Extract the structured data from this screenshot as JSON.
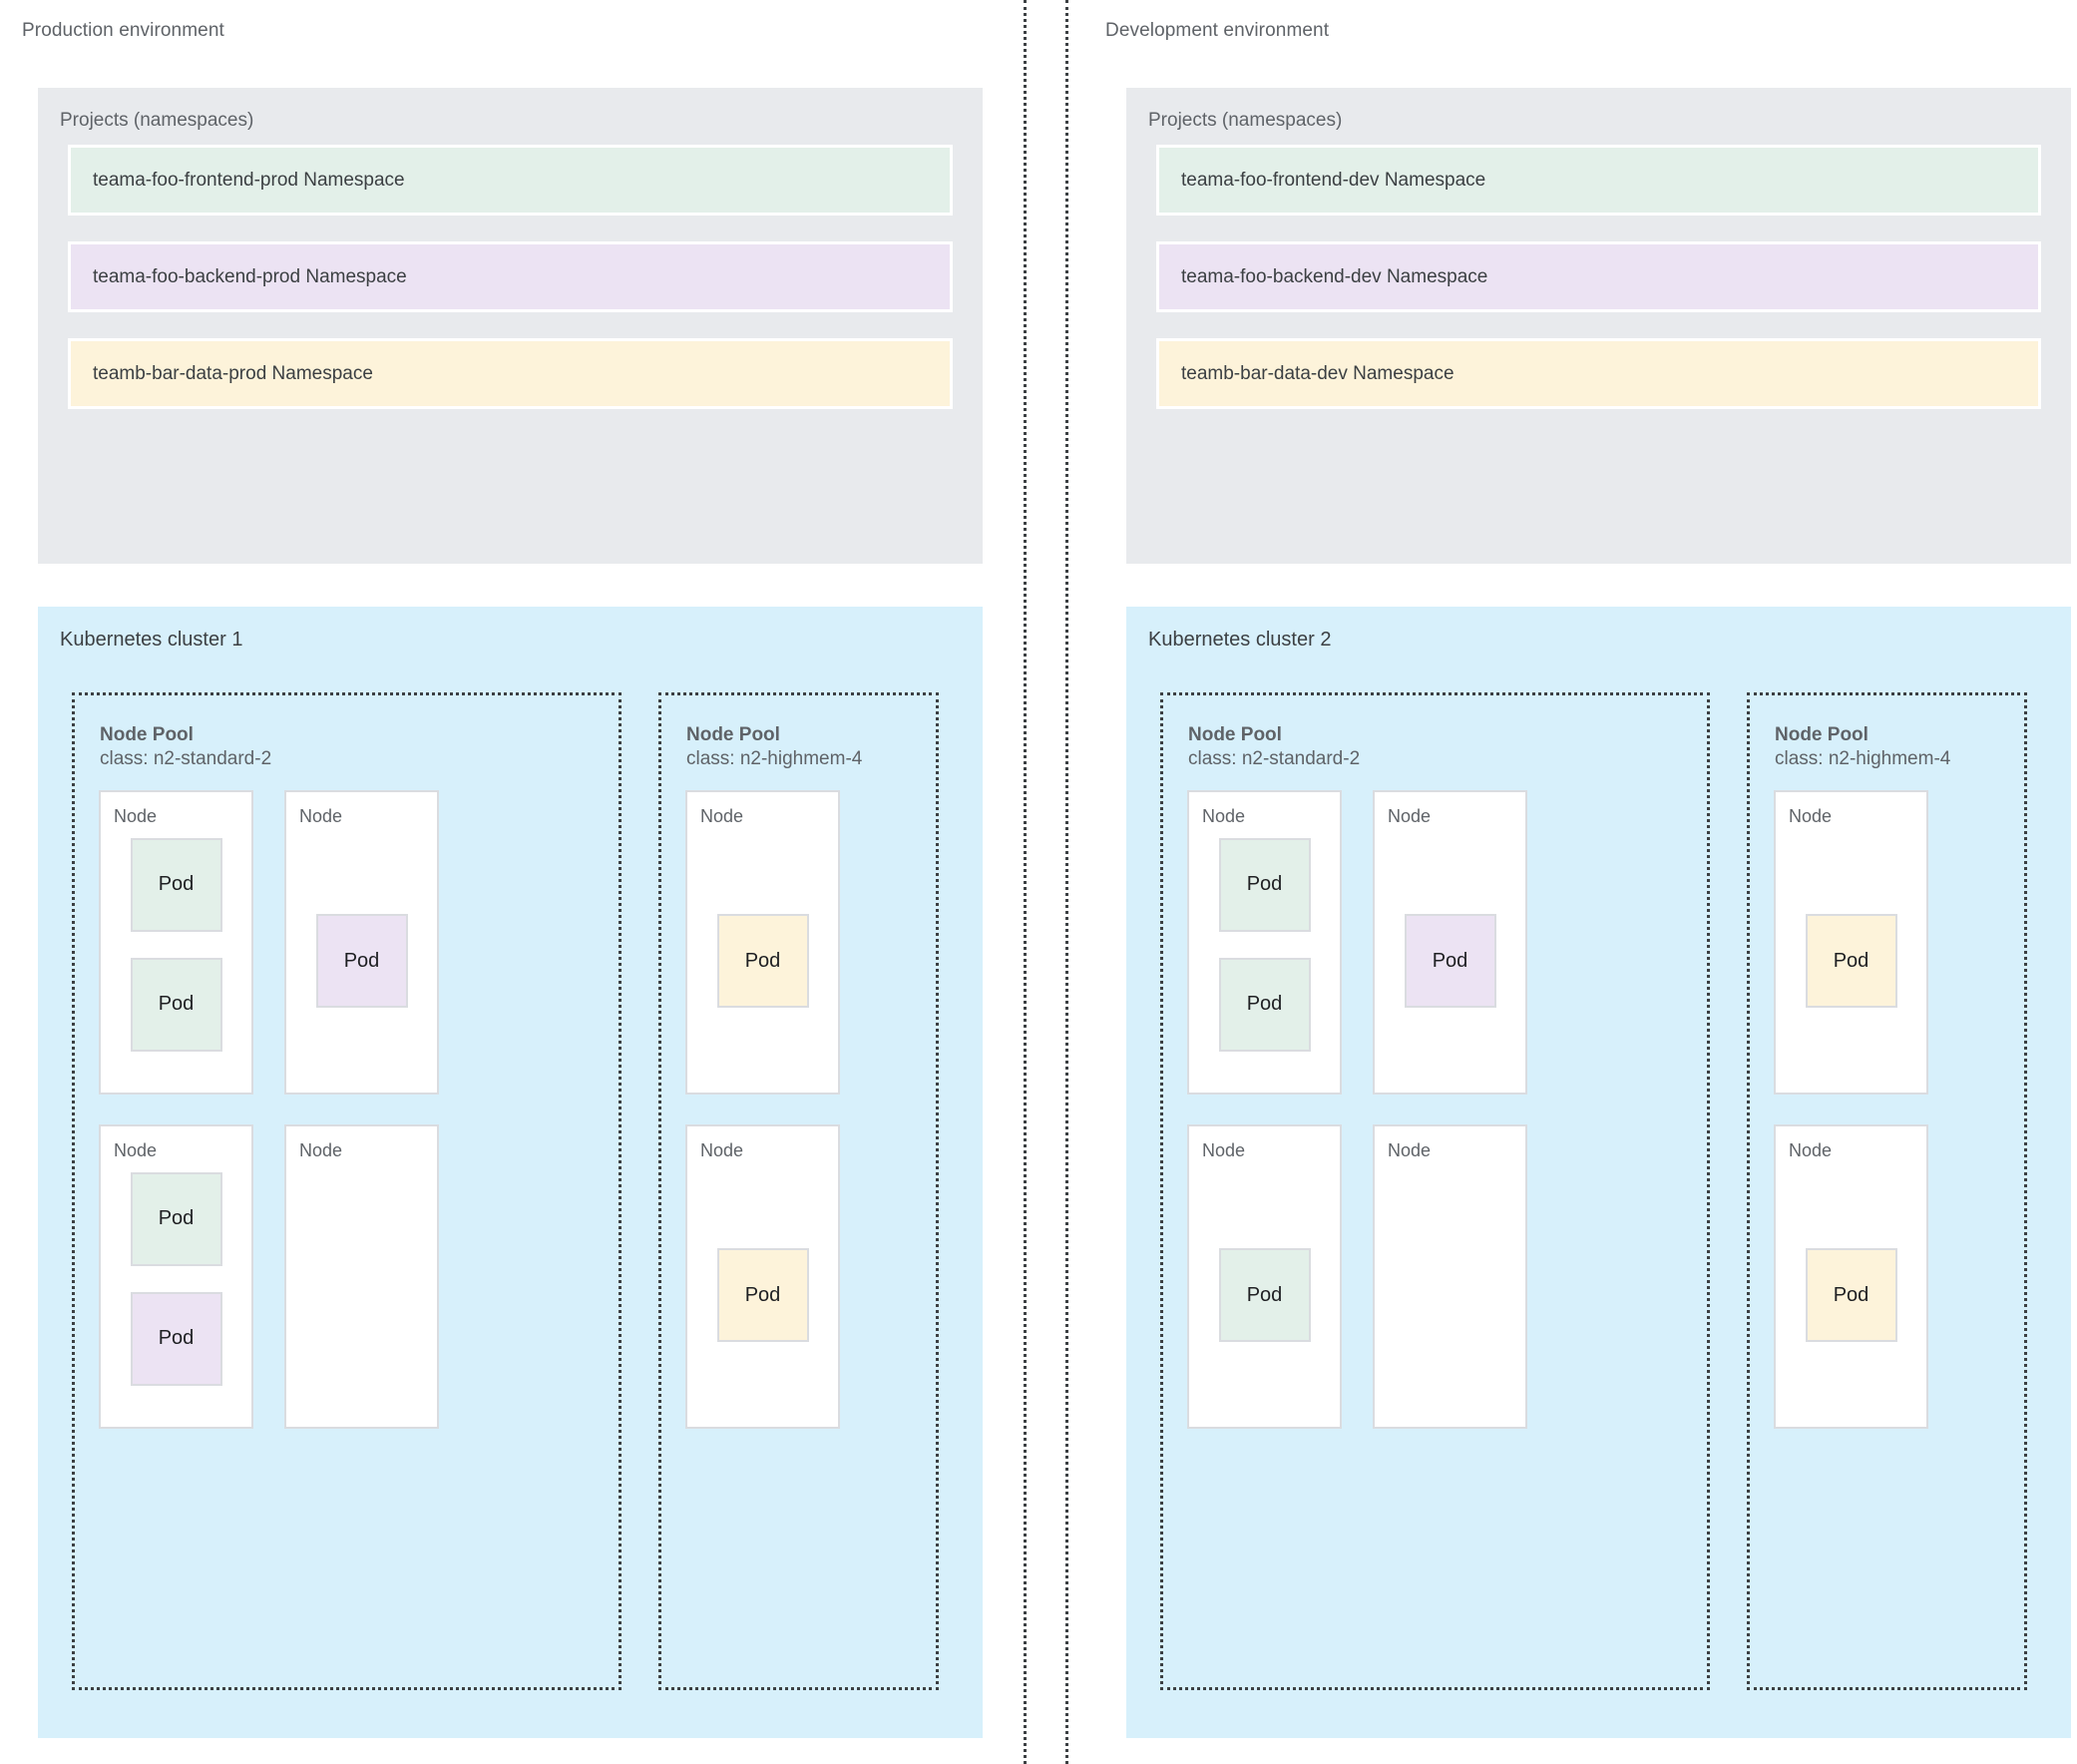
{
  "colors": {
    "green": "#e3f0e9",
    "purple": "#ece3f3",
    "yellow": "#fdf3da",
    "projects_panel": "#e8eaed",
    "cluster_panel": "#d7f0fb",
    "text": "#3c4043",
    "muted_text": "#5f6368"
  },
  "pod_label": "Pod",
  "node_label": "Node",
  "environments": [
    {
      "title": "Production environment",
      "projects": {
        "title": "Projects (namespaces)",
        "namespaces": [
          {
            "label": "teama-foo-frontend-prod Namespace",
            "color": "green"
          },
          {
            "label": "teama-foo-backend-prod Namespace",
            "color": "purple"
          },
          {
            "label": "teamb-bar-data-prod Namespace",
            "color": "yellow"
          }
        ]
      },
      "cluster": {
        "title": "Kubernetes cluster 1",
        "node_pools": [
          {
            "name": "Node Pool",
            "class": "class: n2-standard-2",
            "size": "wide",
            "nodes": [
              {
                "label": "Node",
                "align": "align-start",
                "pods": [
                  "green",
                  "green"
                ]
              },
              {
                "label": "Node",
                "align": "align-center",
                "pods": [
                  "purple"
                ]
              },
              {
                "label": "Node",
                "align": "align-start",
                "pods": [
                  "green",
                  "purple"
                ]
              },
              {
                "label": "Node",
                "align": "align-start",
                "pods": []
              }
            ]
          },
          {
            "name": "Node Pool",
            "class": "class: n2-highmem-4",
            "size": "narrow",
            "nodes": [
              {
                "label": "Node",
                "align": "align-center",
                "pods": [
                  "yellow"
                ]
              },
              {
                "label": "Node",
                "align": "align-center",
                "pods": [
                  "yellow"
                ]
              }
            ]
          }
        ]
      }
    },
    {
      "title": "Development environment",
      "projects": {
        "title": "Projects (namespaces)",
        "namespaces": [
          {
            "label": "teama-foo-frontend-dev Namespace",
            "color": "green"
          },
          {
            "label": "teama-foo-backend-dev Namespace",
            "color": "purple"
          },
          {
            "label": "teamb-bar-data-dev Namespace",
            "color": "yellow"
          }
        ]
      },
      "cluster": {
        "title": "Kubernetes cluster 2",
        "node_pools": [
          {
            "name": "Node Pool",
            "class": "class: n2-standard-2",
            "size": "wide",
            "nodes": [
              {
                "label": "Node",
                "align": "align-start",
                "pods": [
                  "green",
                  "green"
                ]
              },
              {
                "label": "Node",
                "align": "align-center",
                "pods": [
                  "purple"
                ]
              },
              {
                "label": "Node",
                "align": "align-center",
                "pods": [
                  "green"
                ]
              },
              {
                "label": "Node",
                "align": "align-start",
                "pods": []
              }
            ]
          },
          {
            "name": "Node Pool",
            "class": "class: n2-highmem-4",
            "size": "narrow",
            "nodes": [
              {
                "label": "Node",
                "align": "align-center",
                "pods": [
                  "yellow"
                ]
              },
              {
                "label": "Node",
                "align": "align-center",
                "pods": [
                  "yellow"
                ]
              }
            ]
          }
        ]
      }
    }
  ]
}
